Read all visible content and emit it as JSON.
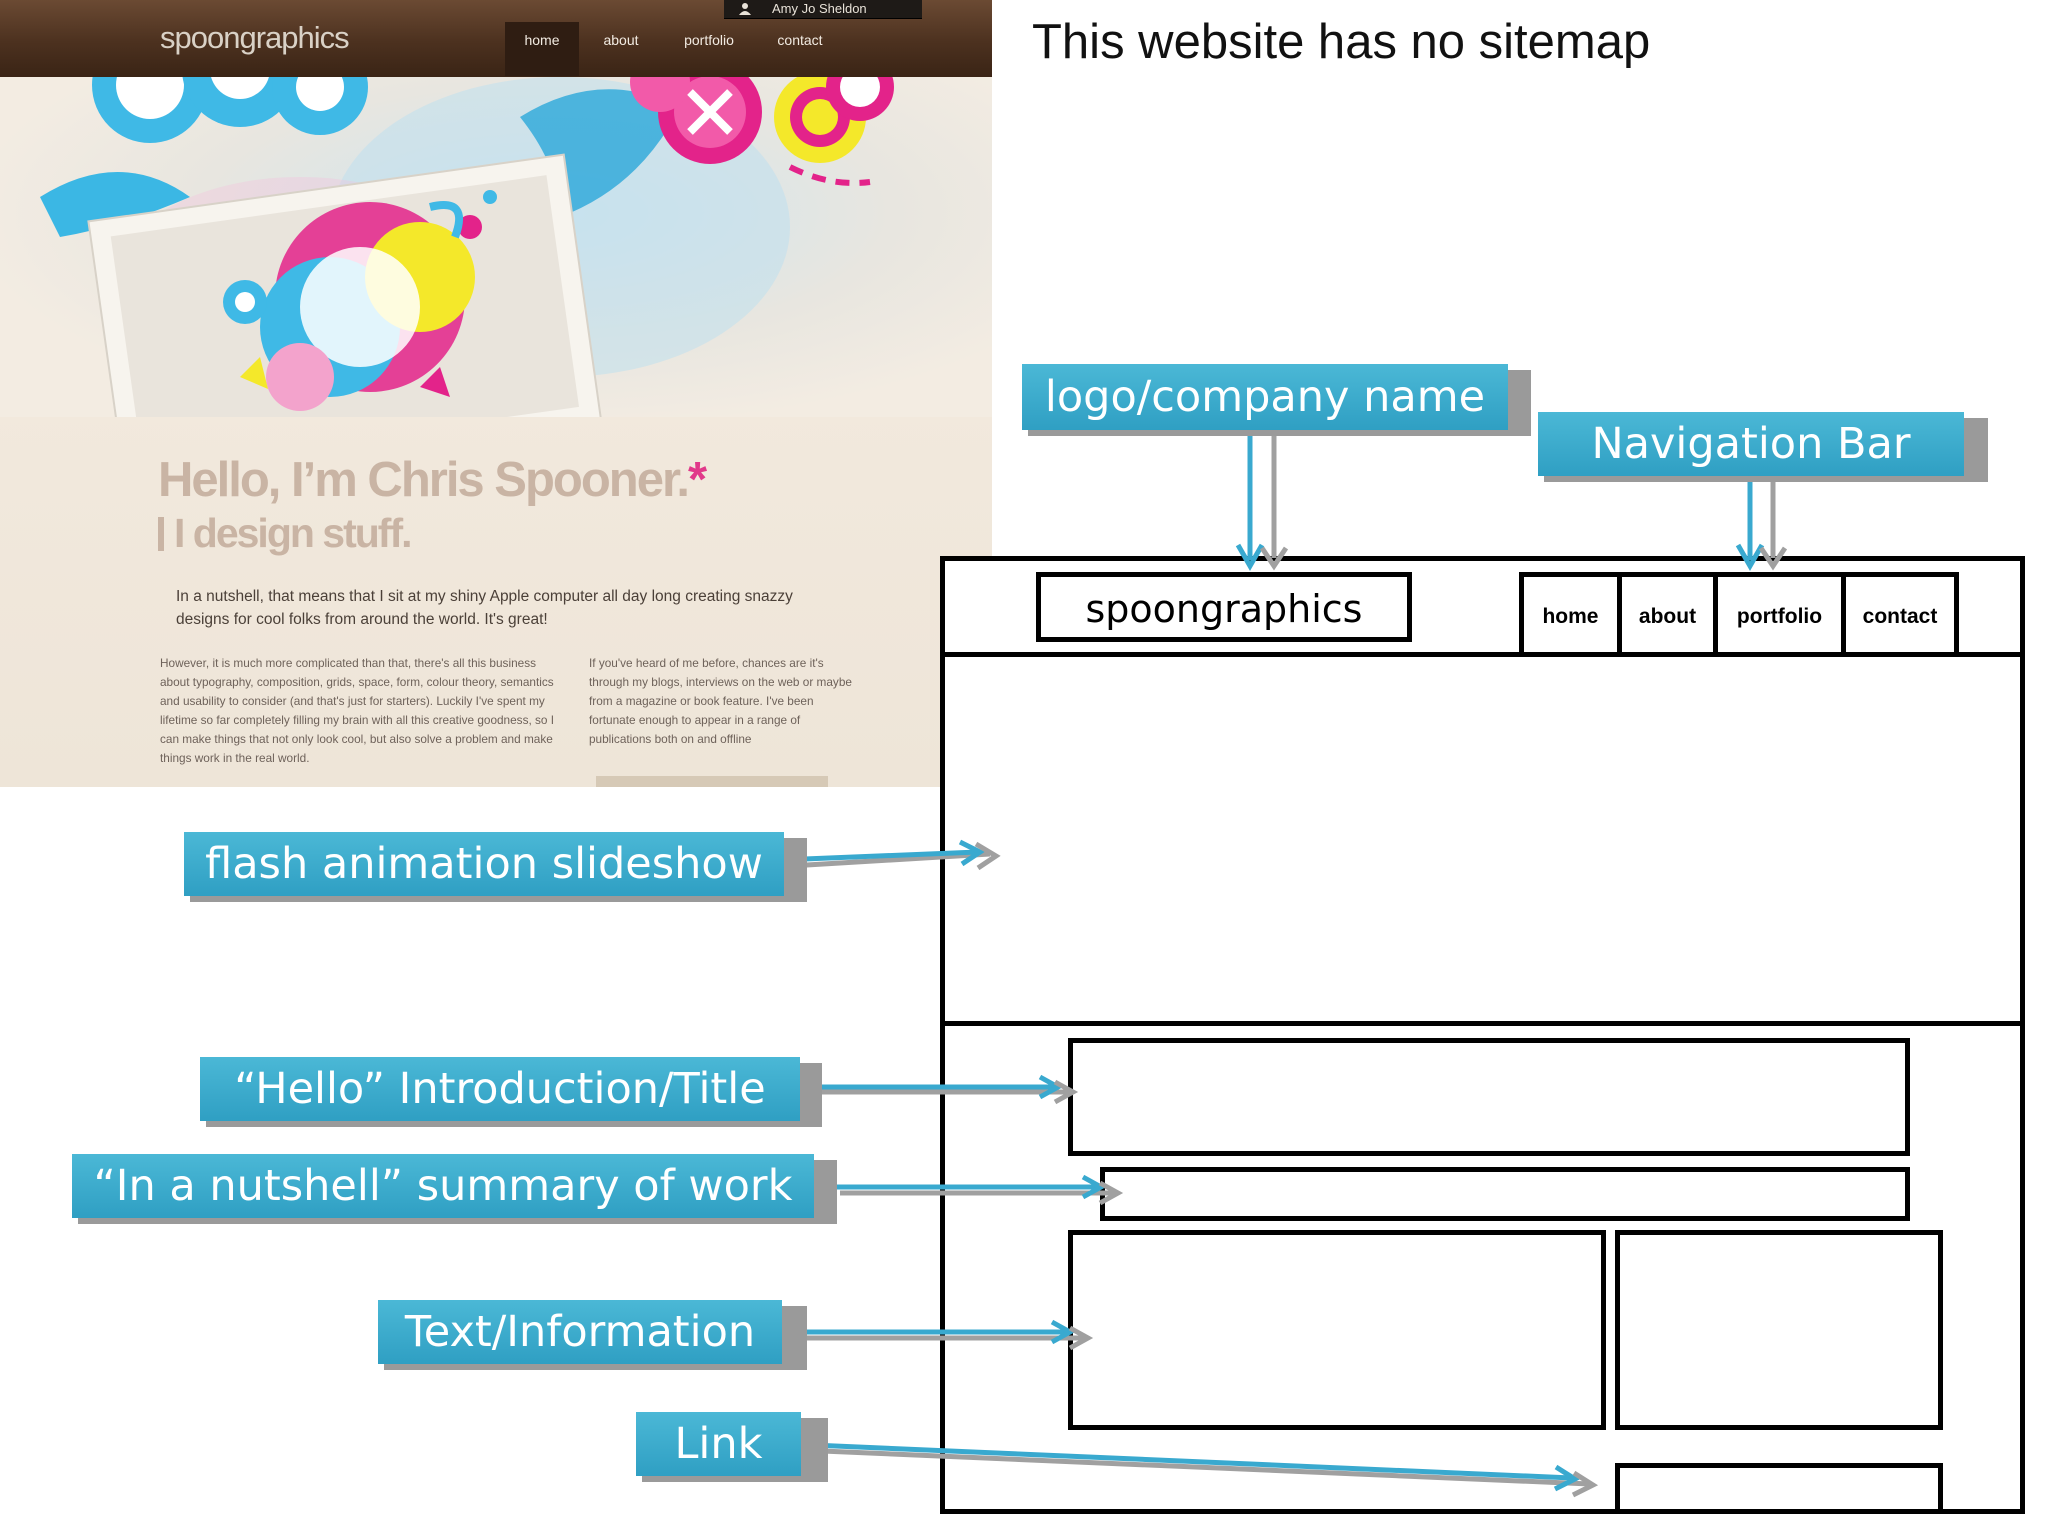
{
  "title": "This website has no sitemap",
  "screenshot": {
    "logo": "spoongraphics",
    "user_name": "Amy Jo Sheldon",
    "nav": [
      "home",
      "about",
      "portfolio",
      "contact"
    ],
    "headline_1": "Hello, I’m Chris Spooner.",
    "headline_star": "*",
    "headline_2": "I design stuff.",
    "intro": "In a nutshell, that means that I sit at my shiny Apple computer all day long creating snazzy designs for cool folks from around the world. It's great!",
    "col1": "However, it is much more complicated than that, there's all this business about typography, composition, grids, space, form, colour theory, semantics and usability to consider (and that's just for starters). Luckily I've spent my lifetime so far completely filling my brain with all this creative goodness, so I can make things that not only look cool, but also solve a problem and make things work in the real world.",
    "col2": "If you've heard of me before, chances are it's through my blogs, interviews on the web or maybe from a magazine or book feature. I've been fortunate enough to appear in a range of publications both on and offline"
  },
  "callouts": {
    "logo": "logo/company name",
    "nav": "Navigation Bar",
    "flash": "flash animation slideshow",
    "hello": "“Hello” Introduction/Title",
    "nutshell": "“In a nutshell” summary of work",
    "text": "Text/Information",
    "link": "Link"
  },
  "wireframe": {
    "logo": "spoongraphics",
    "nav": [
      "home",
      "about",
      "portfolio",
      "contact"
    ]
  },
  "colors": {
    "callout_fill": "#34a6c9",
    "callout_shadow": "#9a9a9a",
    "header_brown": "#4c311f",
    "headline_tan": "#c9b4a4",
    "accent_pink": "#e1398a"
  }
}
